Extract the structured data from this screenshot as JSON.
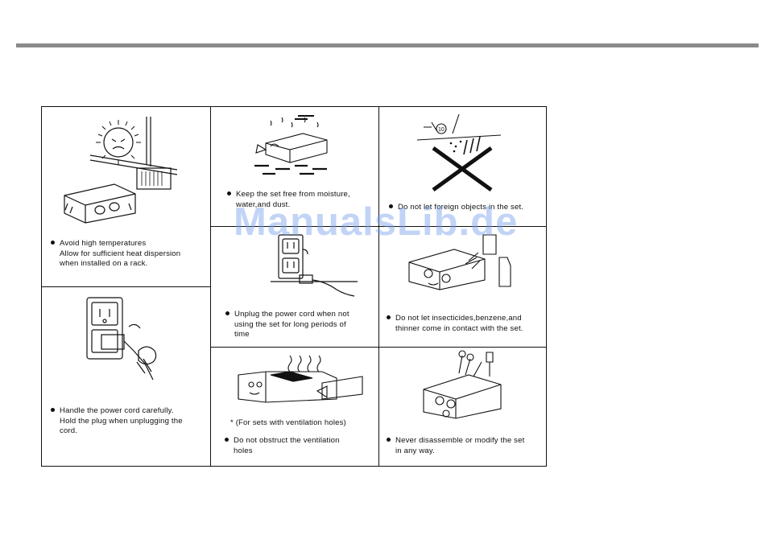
{
  "watermark": "ManualsLib.de",
  "cells": {
    "heat": {
      "lines": [
        "Avoid high temperatures",
        "Allow for sufficient heat dispersion",
        "when installed on a rack."
      ]
    },
    "cord": {
      "lines": [
        "Handle the power cord carefully.",
        "Hold the plug when unplugging the",
        "cord."
      ]
    },
    "moisture": {
      "lines": [
        "Keep the set free from moisture,",
        "water,and dust."
      ]
    },
    "unplug": {
      "lines": [
        "Unplug the power cord when not",
        "using the set for long periods of",
        "time"
      ]
    },
    "ventilation": {
      "note": "* (For sets with ventilation holes)",
      "lines": [
        "Do  not  obstruct the  ventilation",
        "holes"
      ]
    },
    "foreign": {
      "lines": [
        "Do not let foreign objects in the set."
      ]
    },
    "insecticides": {
      "lines": [
        "Do not let insecticides,benzene,and",
        "thinner come in contact with the set."
      ]
    },
    "disassemble": {
      "lines": [
        "Never disassemble or modify the set",
        "in any way."
      ]
    }
  }
}
